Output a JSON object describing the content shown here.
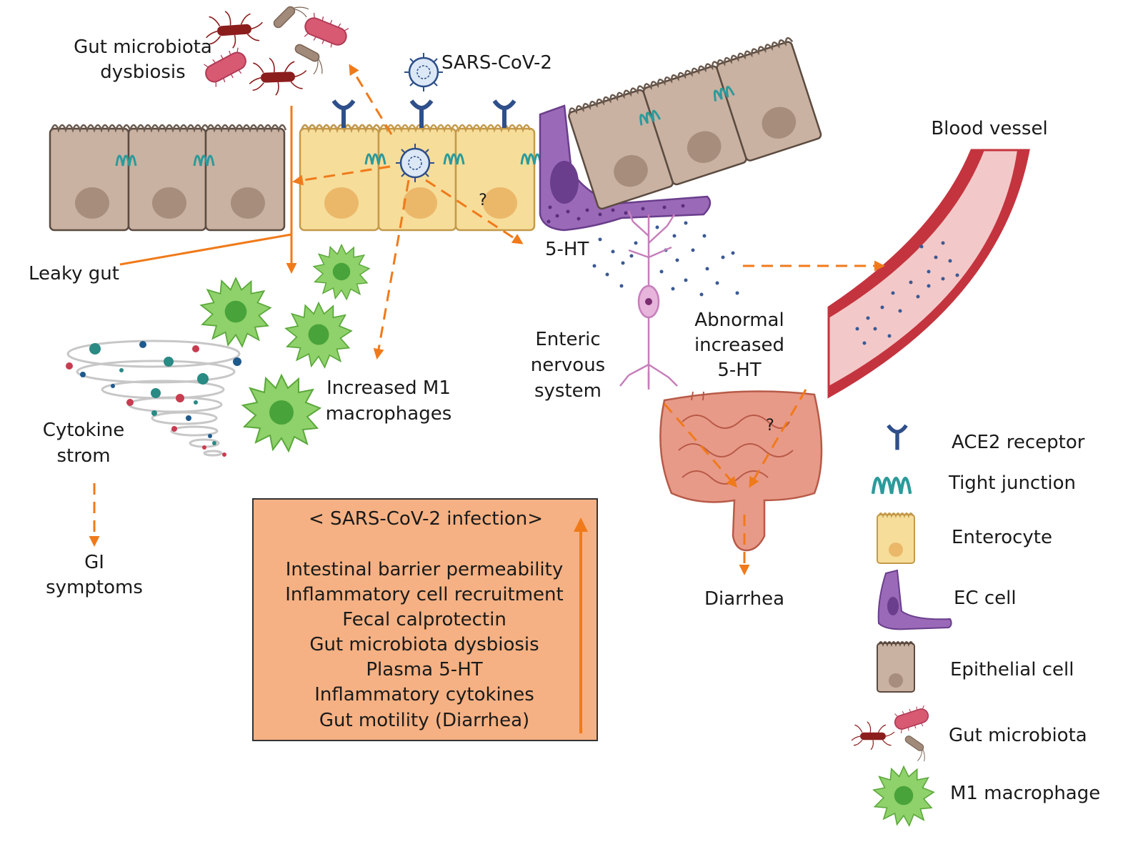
{
  "labels": {
    "gut_microbiota_dysbiosis_line1": "Gut microbiota",
    "gut_microbiota_dysbiosis_line2": "dysbiosis",
    "sars_cov_2": "SARS-CoV-2",
    "blood_vessel": "Blood vessel",
    "leaky_gut": "Leaky gut",
    "five_ht": "5-HT",
    "question_mark": "?",
    "increased_m1_line1": "Increased M1",
    "increased_m1_line2": "macrophages",
    "cytokine_line1": "Cytokine",
    "cytokine_line2": "strom",
    "gi_line1": "GI",
    "gi_line2": "symptoms",
    "enteric_line1": "Enteric",
    "enteric_line2": "nervous",
    "enteric_line3": "system",
    "abnormal_line1": "Abnormal",
    "abnormal_line2": "increased",
    "abnormal_line3": "5-HT",
    "diarrhea": "Diarrhea"
  },
  "infection_box": {
    "title": "< SARS-CoV-2 infection>",
    "items": [
      "Intestinal barrier permeability",
      "Inflammatory cell recruitment",
      "Fecal calprotectin",
      "Gut microbiota dysbiosis",
      "Plasma 5-HT",
      "Inflammatory cytokines",
      "Gut motility (Diarrhea)"
    ]
  },
  "legend": [
    {
      "icon": "ace2-receptor-icon",
      "label": "ACE2 receptor"
    },
    {
      "icon": "tight-junction-icon",
      "label": "Tight junction"
    },
    {
      "icon": "enterocyte-icon",
      "label": "Enterocyte"
    },
    {
      "icon": "ec-cell-icon",
      "label": "EC cell"
    },
    {
      "icon": "epithelial-cell-icon",
      "label": "Epithelial cell"
    },
    {
      "icon": "gut-microbiota-icon",
      "label": "Gut microbiota"
    },
    {
      "icon": "m1-macrophage-icon",
      "label": "M1 macrophage"
    }
  ],
  "colors": {
    "arrow": "#f07a1a",
    "enterocyte": "#f6dd9a",
    "epithelial": "#c9b2a2",
    "ec_cell": "#9a6ab8",
    "macrophage": "#8fd16a",
    "box_fill": "#f5b183",
    "vessel": "#c4343e"
  }
}
